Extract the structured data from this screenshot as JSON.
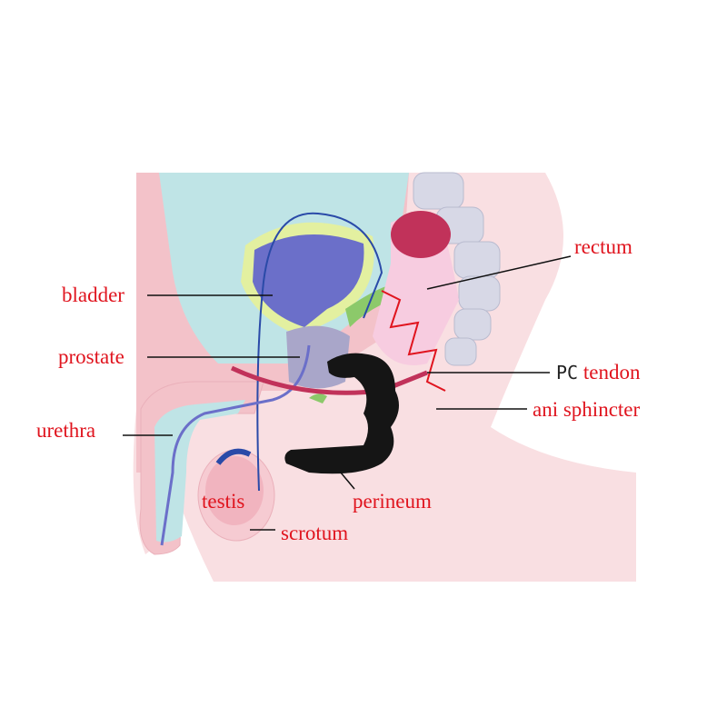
{
  "labels": {
    "bladder": "bladder",
    "prostate": "prostate",
    "urethra": "urethra",
    "testis": "testis",
    "scrotum": "scrotum",
    "perineum": "perineum",
    "rectum": "rectum",
    "pc": "PC",
    "tendon": "tendon",
    "ani_sphincter": "ani sphincter"
  },
  "colors": {
    "label": "#e0141e",
    "skin": "#f6c9cf",
    "bladder": "#6b6fc9",
    "prostate": "#a9a6c9",
    "device": "#151515"
  }
}
